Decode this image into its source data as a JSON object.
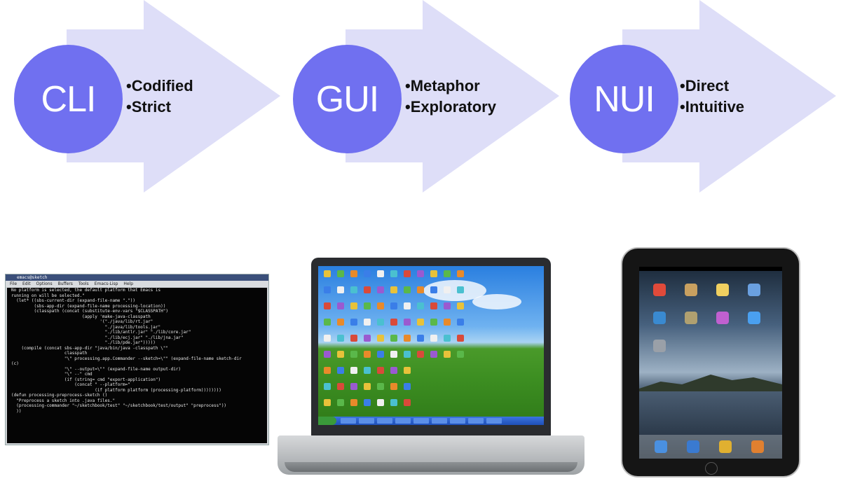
{
  "stages": [
    {
      "label": "CLI",
      "bullets": [
        "Codified",
        "Strict"
      ]
    },
    {
      "label": "GUI",
      "bullets": [
        "Metaphor",
        "Exploratory"
      ]
    },
    {
      "label": "NUI",
      "bullets": [
        "Direct",
        "Intuitive"
      ]
    }
  ],
  "colors": {
    "arrow": "#dedef8",
    "circle": "#7070f0",
    "circle_text": "#ffffff"
  },
  "terminal": {
    "title": "emacs@sketch",
    "menu": [
      "File",
      "Edit",
      "Options",
      "Buffers",
      "Tools",
      "Emacs-Lisp",
      "Help"
    ],
    "lines": [
      "No platform is selected, the default platform that Emacs is",
      "running on will be selected.\"",
      "  (let* ((sbs-current-dir (expand-file-name \".\"))",
      "         (sbs-app-dir (expand-file-name processing-location))",
      "         (classpath (concat (substitute-env-vars \"$CLASSPATH\")",
      "                            (apply 'make-java-classpath",
      "                                   '(\"./java/lib/rt.jar\"",
      "                                     \"./java/lib/tools.jar\"",
      "                                     \"./lib/antlr.jar\" \"./lib/core.jar\"",
      "                                     \"./lib/ecj.jar\" \"./lib/jna.jar\"",
      "                                     \"./lib/pde.jar\")))))",
      "    (compile (concat sbs-app-dir \"java/bin/java -classpath \\\"\"",
      "                     classpath",
      "                     \"\\\" processing.app.Commander --sketch=\\\"\" (expand-file-name sketch-dir",
      "(c)",
      "                     \"\\\" --output=\\\"\" (expand-file-name output-dir)",
      "                     \"\\\" --\" cmd",
      "                     (if (string= cmd \"export-application\")",
      "                         (concat \" --platform=\"",
      "                                 (if platform platform (processing-platform))))))))",
      "",
      "(defun processing-preprocess-sketch ()",
      "  \"Preprocess a sketch into .java files.\"",
      "  (processing-commander \"~/sketchbook/test\" \"~/sketchbook/test/output\" \"preprocess\"))",
      "  ))"
    ]
  }
}
